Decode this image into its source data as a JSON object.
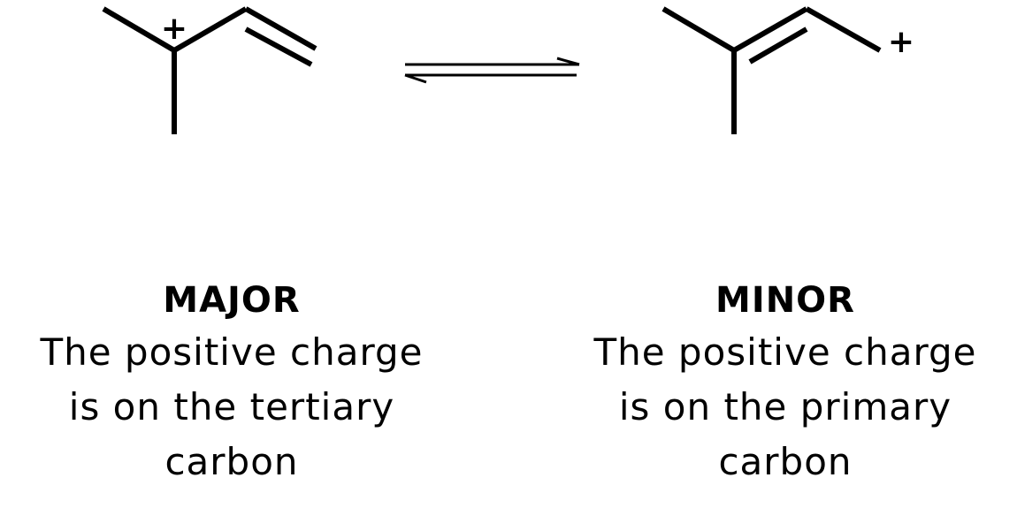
{
  "equilibrium": {
    "left": {
      "charge_symbol": "+",
      "label": "MAJOR",
      "description_lines": [
        "The positive charge",
        "is on the tertiary",
        "carbon"
      ]
    },
    "right": {
      "charge_symbol": "+",
      "label": "MINOR",
      "description_lines": [
        "The positive charge",
        "is on the primary",
        "carbon"
      ]
    }
  },
  "colors": {
    "ink": "#000000",
    "background": "#ffffff"
  }
}
